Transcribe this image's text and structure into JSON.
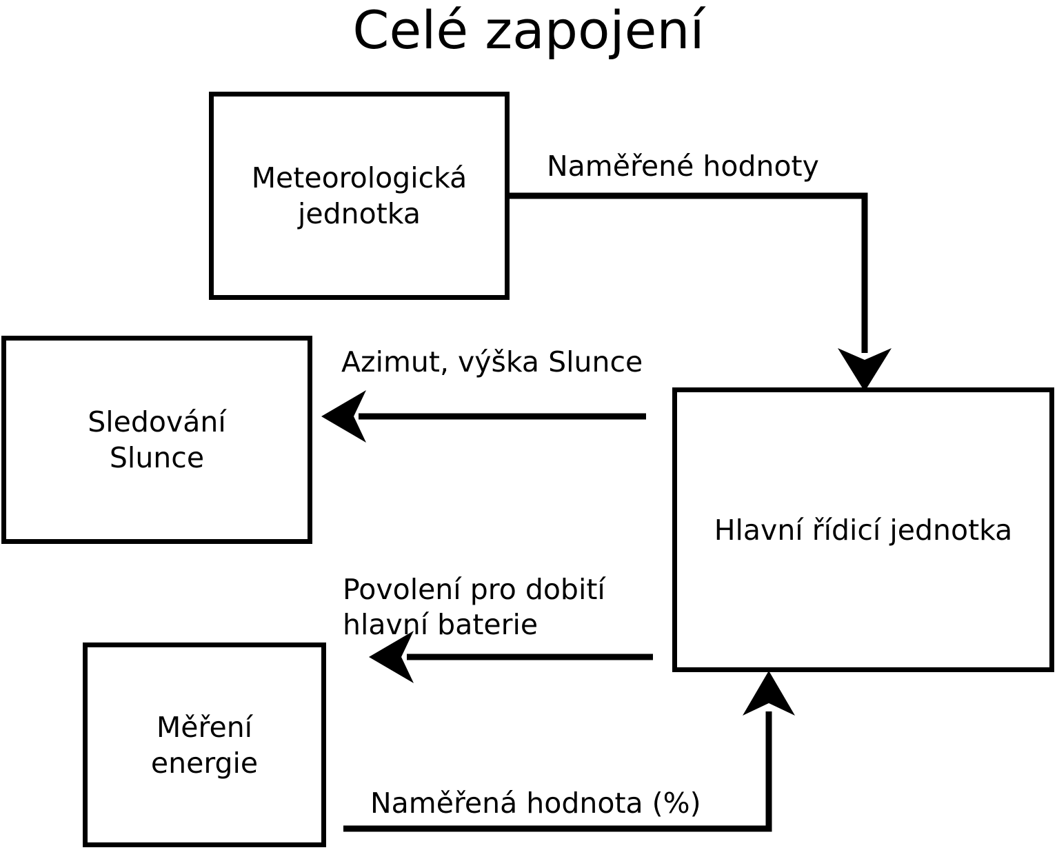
{
  "diagram": {
    "title": "Celé zapojení",
    "background_color": "#ffffff",
    "stroke_color": "#000000",
    "nodes": [
      {
        "id": "meteo",
        "label": "Meteorologická\njednotka",
        "name": "node-meteorologicka-jednotka"
      },
      {
        "id": "sun",
        "label": "Sledování\nSlunce",
        "name": "node-sledovani-slunce"
      },
      {
        "id": "main",
        "label": "Hlavní řídicí jednotka",
        "name": "node-hlavni-ridici-jednotka"
      },
      {
        "id": "energy",
        "label": "Měření\nenergie",
        "name": "node-mereni-energie"
      }
    ],
    "edges": [
      {
        "id": "e1",
        "from": "meteo",
        "to": "main",
        "label": "Naměřené hodnoty",
        "direction": "down"
      },
      {
        "id": "e2",
        "from": "main",
        "to": "sun",
        "label": "Azimut, výška Slunce",
        "direction": "left"
      },
      {
        "id": "e3",
        "from": "main",
        "to": "energy",
        "label": "Povolení pro dobití\nhlavní baterie",
        "direction": "left"
      },
      {
        "id": "e4",
        "from": "energy",
        "to": "main",
        "label": "Naměřená hodnota (%)",
        "direction": "up"
      }
    ]
  }
}
